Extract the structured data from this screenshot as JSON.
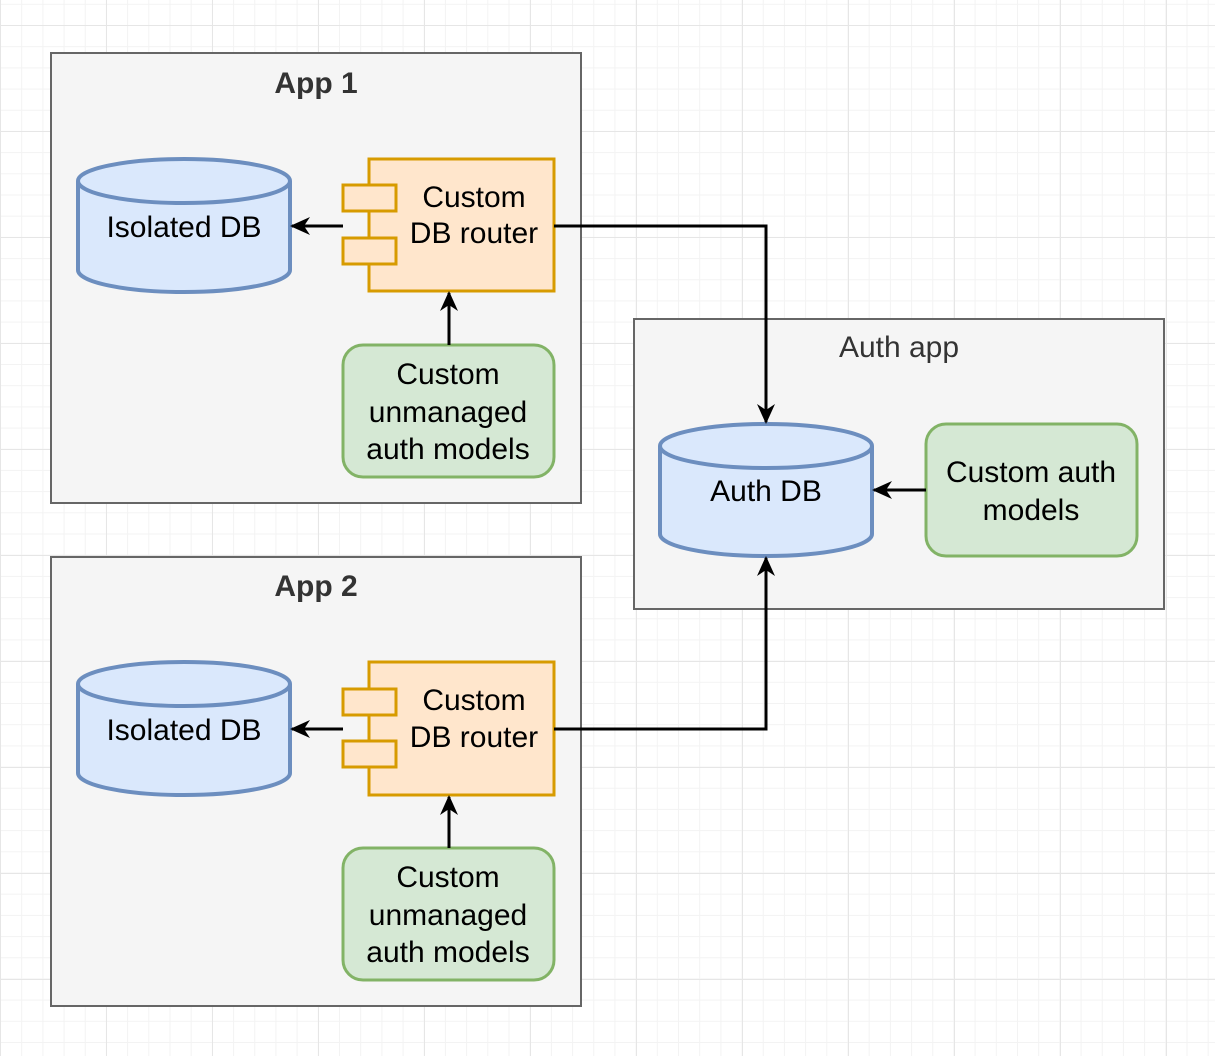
{
  "containers": {
    "app1": {
      "title": "App 1"
    },
    "app2": {
      "title": "App 2"
    },
    "auth": {
      "title": "Auth app"
    }
  },
  "app1": {
    "isolated_db": "Isolated DB",
    "router": [
      "Custom",
      "DB router"
    ],
    "models": [
      "Custom",
      "unmanaged",
      "auth models"
    ]
  },
  "app2": {
    "isolated_db": "Isolated DB",
    "router": [
      "Custom",
      "DB router"
    ],
    "models": [
      "Custom",
      "unmanaged",
      "auth models"
    ]
  },
  "auth": {
    "db": "Auth DB",
    "models": [
      "Custom auth",
      "models"
    ]
  },
  "colors": {
    "container_fill": "#f5f5f5",
    "container_stroke": "#666666",
    "db_fill": "#dae8fc",
    "db_stroke": "#6c8ebf",
    "router_fill": "#ffe6cc",
    "router_stroke": "#d79b00",
    "models_fill": "#d5e8d4",
    "models_stroke": "#82b366"
  }
}
